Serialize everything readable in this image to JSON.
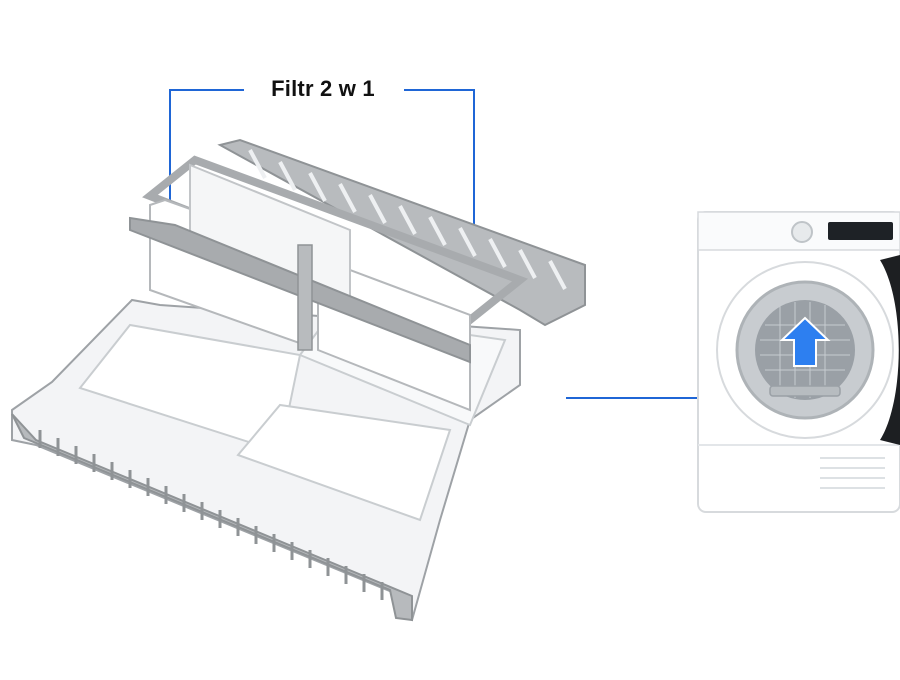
{
  "callout": {
    "label": "Filtr 2 w 1"
  },
  "colors": {
    "accent": "#1f66d6",
    "filter_frame": "#a8abae",
    "filter_mesh": "#eef0f2",
    "dryer_body": "#ffffff",
    "dryer_outline": "#d7dadd",
    "arrow": "#2d7ff0"
  },
  "icons": {
    "dryer": "heat-pump-dryer",
    "filter": "two-in-one-lint-filter",
    "airflow": "up-arrow-icon"
  }
}
